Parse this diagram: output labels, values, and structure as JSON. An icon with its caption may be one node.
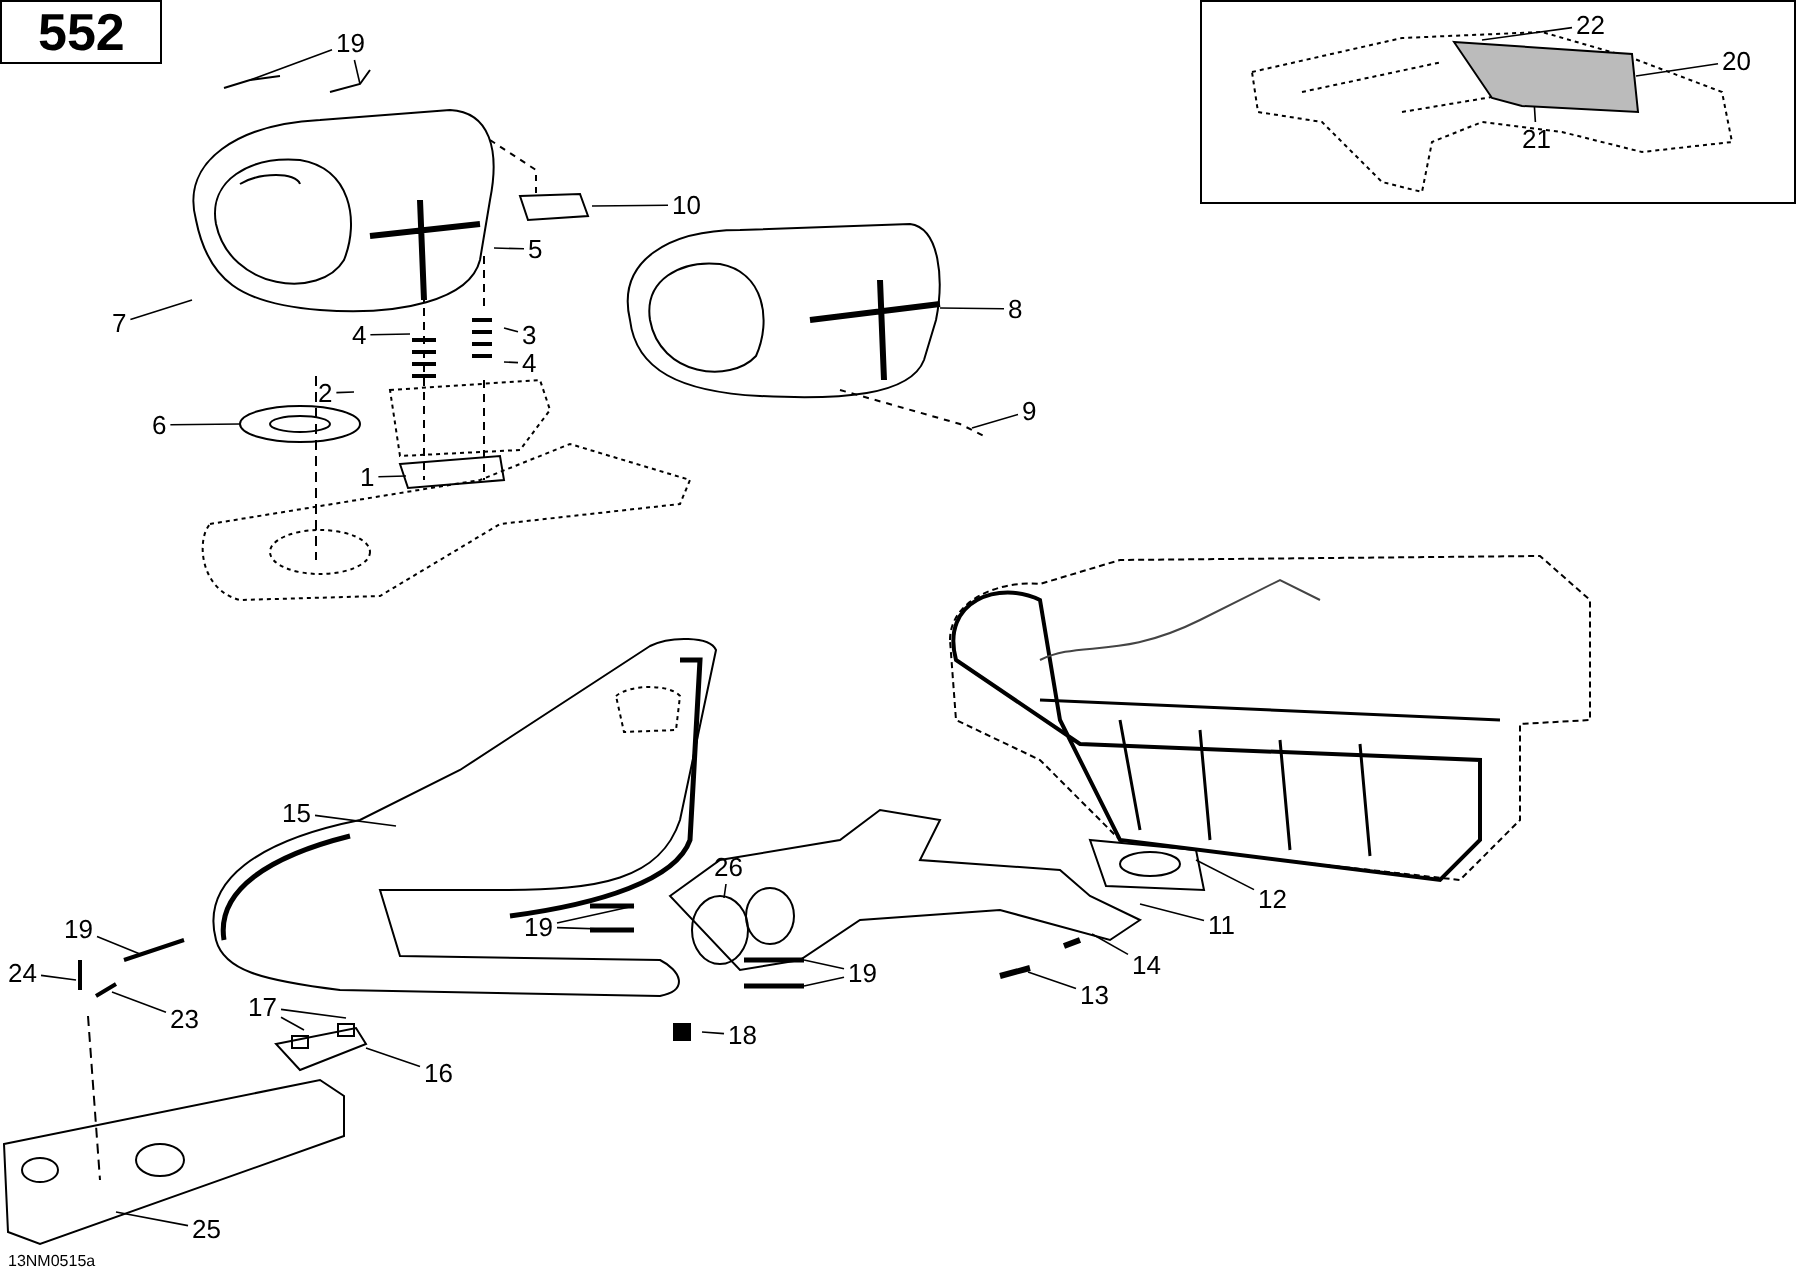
{
  "diagram": {
    "nodes": [
      {
        "text": [
          "552"
        ]
      },
      {
        "text": [],
        "shape": "box"
      },
      {
        "text": [
          "19"
        ]
      },
      {
        "text": [
          "10"
        ]
      },
      {
        "text": [
          "5"
        ]
      },
      {
        "text": [
          "7"
        ]
      },
      {
        "text": [
          "4"
        ]
      },
      {
        "text": [
          "3"
        ]
      },
      {
        "text": [
          "4"
        ]
      },
      {
        "text": [
          "2"
        ]
      },
      {
        "text": [
          "6"
        ]
      },
      {
        "text": [
          "1"
        ]
      },
      {
        "text": [
          "8"
        ]
      },
      {
        "text": [
          "9"
        ]
      },
      {
        "text": [
          "22"
        ],
        "in": 1
      },
      {
        "text": [
          "20"
        ],
        "in": 1
      },
      {
        "text": [
          "21"
        ],
        "in": 1
      },
      {
        "text": [
          "15"
        ]
      },
      {
        "text": [
          "26"
        ]
      },
      {
        "text": [
          "19"
        ]
      },
      {
        "text": [
          "12"
        ]
      },
      {
        "text": [
          "11"
        ]
      },
      {
        "text": [
          "19"
        ]
      },
      {
        "text": [
          "24"
        ]
      },
      {
        "text": [
          "19"
        ]
      },
      {
        "text": [
          "14"
        ]
      },
      {
        "text": [
          "23"
        ]
      },
      {
        "text": [
          "17"
        ]
      },
      {
        "text": [
          "13"
        ]
      },
      {
        "text": [
          "18"
        ]
      },
      {
        "text": [
          "16"
        ]
      },
      {
        "text": [
          "25"
        ]
      },
      {
        "text": [],
        "shape": "picture",
        "in": 1
      }
    ],
    "edges": [
      {
        "from": 2,
        "to": null,
        "arrow": "none"
      },
      {
        "from": 2,
        "to": null,
        "arrow": "none"
      },
      {
        "from": 3,
        "to": null,
        "arrow": "none"
      },
      {
        "from": 4,
        "to": null,
        "arrow": "none"
      },
      {
        "from": 5,
        "to": null,
        "arrow": "none"
      },
      {
        "from": 6,
        "to": null,
        "arrow": "none"
      },
      {
        "from": 7,
        "to": null,
        "arrow": "none"
      },
      {
        "from": 8,
        "to": null,
        "arrow": "none"
      },
      {
        "from": 9,
        "to": null,
        "arrow": "none"
      },
      {
        "from": 10,
        "to": null,
        "arrow": "none"
      },
      {
        "from": 11,
        "to": null,
        "arrow": "none"
      },
      {
        "from": 12,
        "to": null,
        "arrow": "none"
      },
      {
        "from": 13,
        "to": null,
        "arrow": "none"
      },
      {
        "from": 14,
        "to": 32,
        "arrow": "none"
      },
      {
        "from": 15,
        "to": 32,
        "arrow": "none"
      },
      {
        "from": 16,
        "to": 32,
        "arrow": "none"
      },
      {
        "from": 17,
        "to": null,
        "arrow": "none"
      },
      {
        "from": 18,
        "to": null,
        "arrow": "none"
      },
      {
        "from": 19,
        "to": null,
        "arrow": "none"
      },
      {
        "from": 19,
        "to": null,
        "arrow": "none"
      },
      {
        "from": 20,
        "to": null,
        "arrow": "none"
      },
      {
        "from": 21,
        "to": null,
        "arrow": "none"
      },
      {
        "from": 22,
        "to": null,
        "arrow": "none"
      },
      {
        "from": 23,
        "to": null,
        "arrow": "none"
      },
      {
        "from": 24,
        "to": null,
        "arrow": "none"
      },
      {
        "from": 24,
        "to": null,
        "arrow": "none"
      },
      {
        "from": 25,
        "to": null,
        "arrow": "none"
      },
      {
        "from": 26,
        "to": null,
        "arrow": "none"
      },
      {
        "from": 27,
        "to": null,
        "arrow": "none"
      },
      {
        "from": 27,
        "to": null,
        "arrow": "none"
      },
      {
        "from": 28,
        "to": null,
        "arrow": "none"
      },
      {
        "from": 29,
        "to": null,
        "arrow": "none"
      },
      {
        "from": 30,
        "to": null,
        "arrow": "none"
      },
      {
        "from": 31,
        "to": null,
        "arrow": "none"
      }
    ],
    "labels": [
      "13NM0515a"
    ]
  }
}
